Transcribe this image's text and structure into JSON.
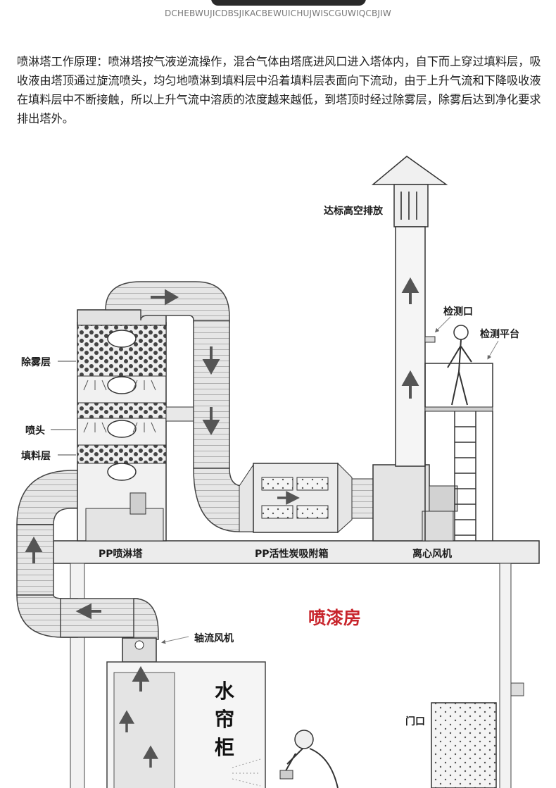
{
  "header": {
    "subtitle": "DCHEBWUJICDBSJIKACBEWUICHUJWISCGUWIQCBJIW"
  },
  "description": "喷淋塔工作原理：喷淋塔按气液逆流操作，混合气体由塔底进风口进入塔体内，自下而上穿过填料层，吸收液由塔顶通过旋流喷头，均匀地喷淋到填料层中沿着填料层表面向下流动，由于上升气流和下降吸收液在填料层中不断接触，所以上升气流中溶质的浓度越来越低，到塔顶时经过除雾层，除雾后达到净化要求排出塔外。",
  "labels": {
    "chimney": "达标高空排放",
    "detect_port": "检测口",
    "detect_platform": "检测平台",
    "demister": "除雾层",
    "nozzle": "喷头",
    "packing": "填料层",
    "tower": "PP喷淋塔",
    "carbon_box": "PP活性炭吸附箱",
    "centrifugal_fan": "离心风机",
    "paint_room": "喷漆房",
    "axial_fan": "轴流风机",
    "water_curtain": [
      "水",
      "帘",
      "柜"
    ],
    "door": "门口"
  },
  "colors": {
    "accent_red": "#c8252c",
    "line": "#3a3a3a",
    "arrow": "#555555"
  }
}
